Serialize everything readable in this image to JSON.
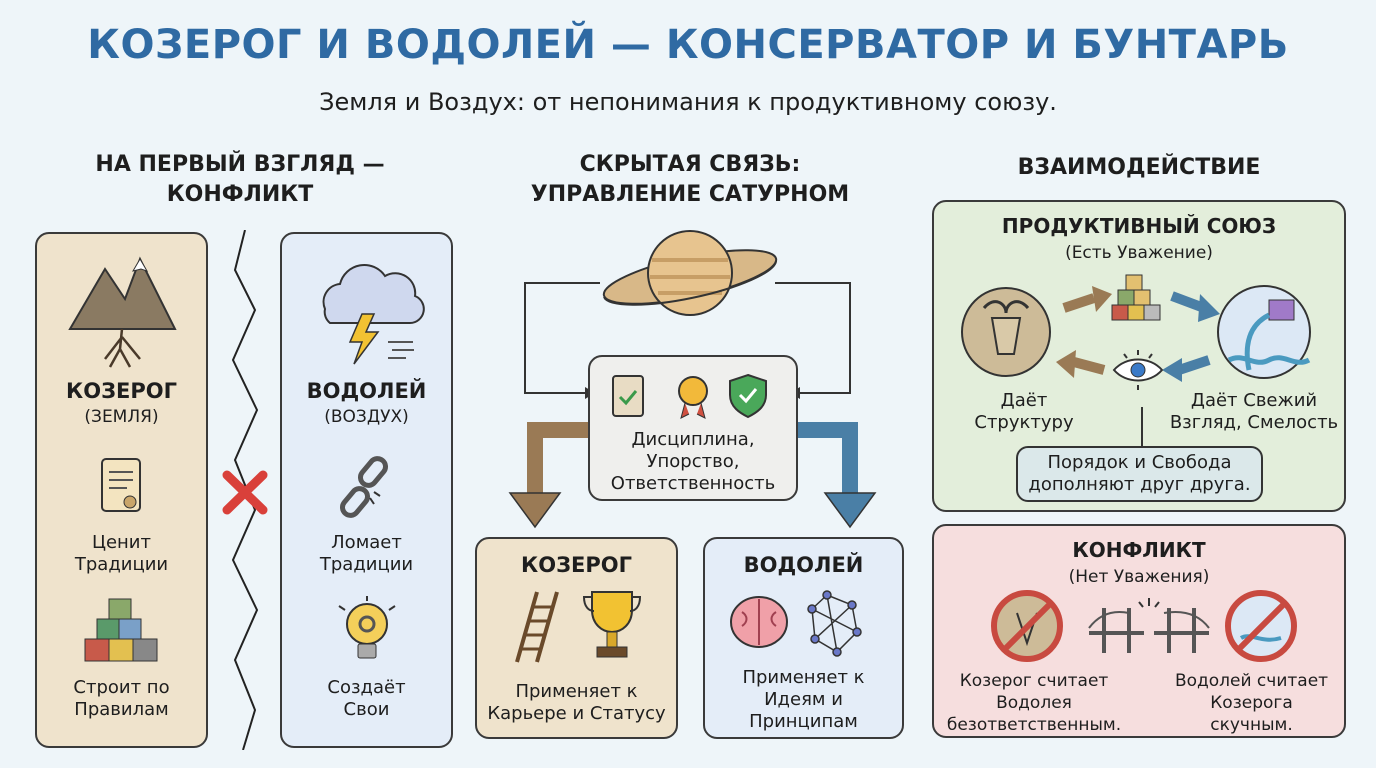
{
  "title": "КОЗЕРОГ И ВОДОЛЕЙ — КОНСЕРВАТОР И БУНТАРЬ",
  "subtitle": "Земля и Воздух: от непонимания к продуктивному союзу.",
  "left": {
    "heading_1": "НА ПЕРВЫЙ ВЗГЛЯД —",
    "heading_2": "КОНФЛИКТ",
    "capricorn": {
      "name": "КОЗЕРОГ",
      "element": "(ЗЕМЛЯ)",
      "trait1_a": "Ценит",
      "trait1_b": "Традиции",
      "trait2_a": "Строит по",
      "trait2_b": "Правилам"
    },
    "aquarius": {
      "name": "ВОДОЛЕЙ",
      "element": "(ВОЗДУХ)",
      "trait1_a": "Ломает",
      "trait1_b": "Традиции",
      "trait2_a": "Создаёт",
      "trait2_b": "Свои"
    }
  },
  "center": {
    "heading_1": "СКРЫТАЯ СВЯЗЬ:",
    "heading_2": "УПРАВЛЕНИЕ САТУРНОМ",
    "qualities": [
      "Дисциплина,",
      "Упорство,",
      "Ответственность"
    ],
    "capricorn": {
      "name": "КОЗЕРОГ",
      "text_a": "Применяет к",
      "text_b": "Карьере и Статусу"
    },
    "aquarius": {
      "name": "ВОДОЛЕЙ",
      "text_a": "Применяет к",
      "text_b": "Идеям и",
      "text_c": "Принципам"
    }
  },
  "right": {
    "heading": "ВЗАИМОДЕЙСТВИЕ",
    "union": {
      "title": "ПРОДУКТИВНЫЙ СОЮЗ",
      "subtitle": "(Есть Уважение)",
      "cap_a": "Даёт",
      "cap_b": "Структуру",
      "aq_a": "Даёт Свежий",
      "aq_b": "Взгляд, Смелость",
      "note_a": "Порядок и Свобода",
      "note_b": "дополняют друг друга."
    },
    "conflict": {
      "title": "КОНФЛИКТ",
      "subtitle": "(Нет Уважения)",
      "cap_a": "Козерог считает",
      "cap_b": "Водолея",
      "cap_c": "безответственным.",
      "aq_a": "Водолей считает",
      "aq_b": "Козерога",
      "aq_c": "скучным."
    }
  },
  "colors": {
    "title": "#2f6aa3",
    "earth": "#efe3cc",
    "air": "#e4edf8",
    "union": "#e3eedb",
    "conflict": "#f6dede",
    "brown_arrow": "#9a7a55",
    "blue_arrow": "#4a7fa6"
  }
}
